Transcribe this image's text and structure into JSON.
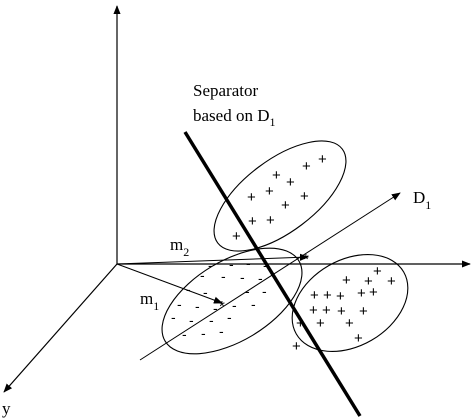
{
  "labels": {
    "separator_line1": "Separator",
    "separator_line2_main": "based on D",
    "separator_line2_sub": "1",
    "d1_main": "D",
    "d1_sub": "1",
    "m1_main": "m",
    "m1_sub": "1",
    "m2_main": "m",
    "m2_sub": "2",
    "y_axis": "y"
  },
  "symbols": {
    "plus": "+",
    "minus": "-",
    "star": "*"
  }
}
